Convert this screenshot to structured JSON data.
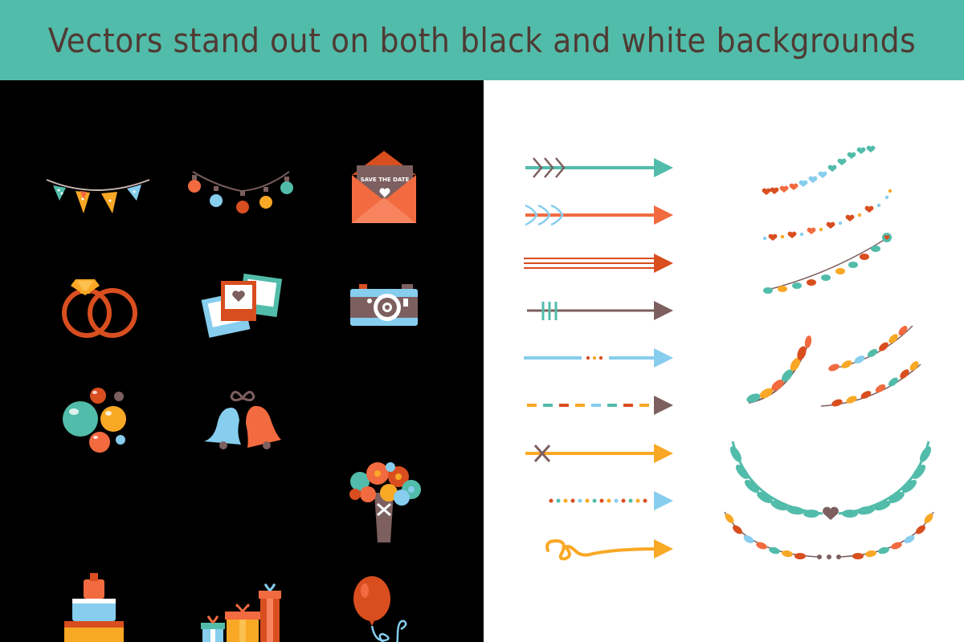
{
  "banner": {
    "title": "Vectors stand out on both black and white backgrounds"
  },
  "colors": {
    "teal": "#52bcaa",
    "orange": "#f26a3f",
    "red": "#d94e1f",
    "yellow": "#f9a825",
    "blue": "#86cdee",
    "brown": "#7d5f5f",
    "dark_brown": "#4f3a33",
    "black": "#000000",
    "white": "#ffffff"
  },
  "icons": {
    "row1": [
      "bunting-icon",
      "string-lights-icon",
      "save-the-date-envelope-icon"
    ],
    "row2": [
      "wedding-rings-icon",
      "photo-frames-icon",
      "camera-icon"
    ],
    "row3": [
      "bubbles-icon",
      "wedding-bells-icon",
      "flower-bouquet-icon"
    ],
    "row4": [
      "wedding-cake-icon",
      "gift-boxes-icon",
      "balloon-icon"
    ]
  },
  "envelope_card": {
    "text": "SAVE THE DATE"
  },
  "arrows": [
    "teal-chevron-arrow",
    "orange-feather-arrow",
    "red-triple-line-arrow",
    "brown-tick-arrow",
    "blue-dotted-arrow",
    "dashed-multicolor-arrow",
    "yellow-cross-arrow",
    "dotted-multicolor-arrow",
    "yellow-swirl-arrow"
  ],
  "ornaments": [
    "heart-garlands",
    "leaf-garland",
    "laurel-branches",
    "laurel-wreath"
  ]
}
